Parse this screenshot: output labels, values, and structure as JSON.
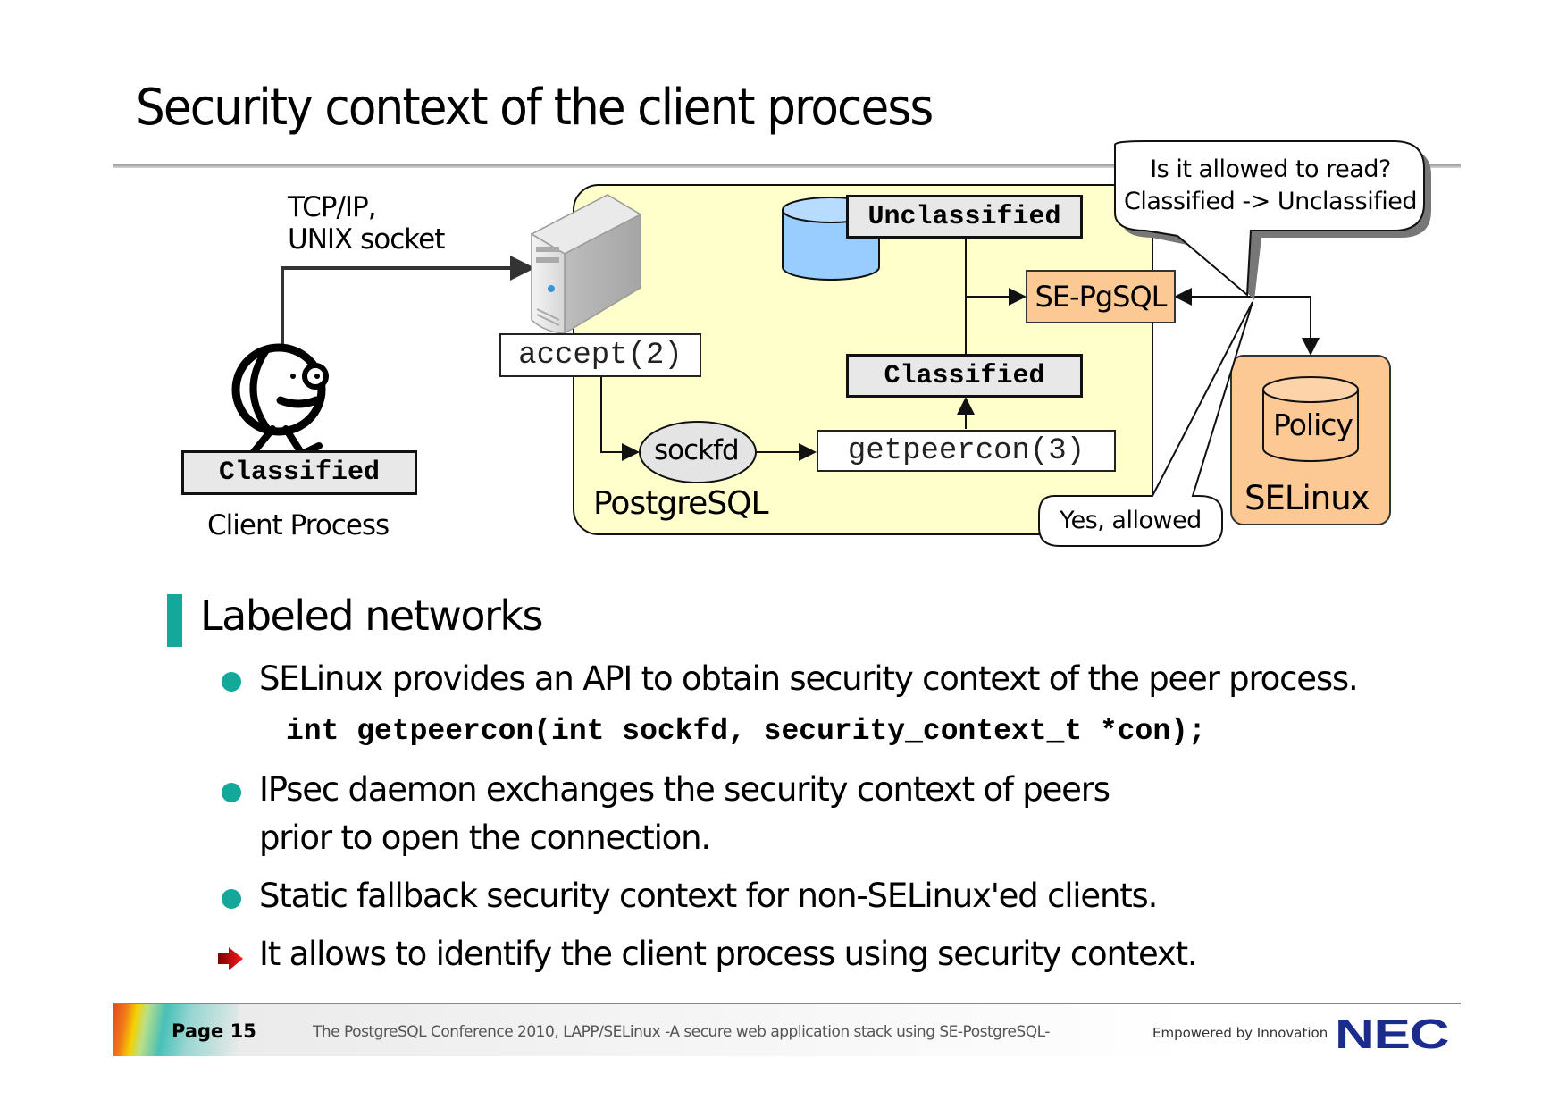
{
  "slide": {
    "title": "Security context of the client process"
  },
  "diagram": {
    "connection_label_line1": "TCP/IP,",
    "connection_label_line2": "UNIX socket",
    "client_label": "Classified",
    "client_caption": "Client Process",
    "accept_call": "accept(2)",
    "sockfd_label": "sockfd",
    "getpeercon_call": "getpeercon(3)",
    "postgresql_label": "PostgreSQL",
    "table_label": "Unclassified",
    "subject_label": "Classified",
    "sepgsql_label": "SE-PgSQL",
    "policy_label": "Policy",
    "selinux_label": "SELinux",
    "question_callout_line1": "Is it allowed to read?",
    "question_callout_line2": "Classified -> Unclassified",
    "answer_callout": "Yes, allowed",
    "colors": {
      "postgresql_area": "#ffffcc",
      "selinux_area": "#fcc894",
      "table_cylinder": "#99ccff",
      "label_box": "#e8e8e8"
    }
  },
  "content": {
    "section_heading": "Labeled networks",
    "bullets": [
      {
        "text": "SELinux provides an API to obtain security context of the peer process.",
        "marker": "teal-dot"
      },
      {
        "code": "int getpeercon(int sockfd, security_context_t *con);"
      },
      {
        "text_line1": "IPsec daemon exchanges the security context of peers",
        "text_line2": "prior to open the connection.",
        "marker": "teal-dot"
      },
      {
        "text": "Static fallback security context for non-SELinux'ed clients.",
        "marker": "teal-dot"
      },
      {
        "text": "It allows to identify the client process using security context.",
        "marker": "red-arrow"
      }
    ],
    "accent_color": "#13a89a"
  },
  "footer": {
    "page": "Page 15",
    "conference": "The PostgreSQL Conference 2010, LAPP/SELinux -A secure web application stack using SE-PostgreSQL-",
    "tagline": "Empowered by Innovation",
    "logo": "NEC",
    "logo_color": "#1c2c8c"
  }
}
